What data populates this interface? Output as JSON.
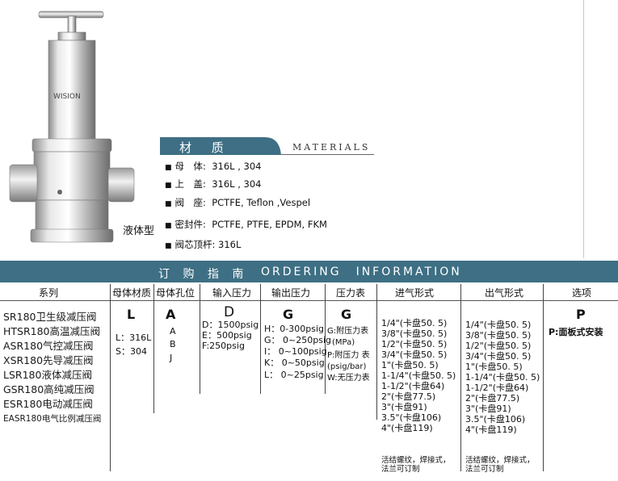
{
  "brand": "WISION",
  "materials": {
    "title": "材   质",
    "title_en": "MATERIALS",
    "rows": [
      {
        "label": "母　体:",
        "value": "316L , 304"
      },
      {
        "label": "上　盖:",
        "value": "316L , 304"
      },
      {
        "label": "阀　座:",
        "value": "PCTFE,  Teflon ,Vespel"
      },
      {
        "label": "密封件:",
        "value": "PCTFE, PTFE, EPDM, FKM"
      },
      {
        "label": "阀芯顶杆:",
        "value": "316L"
      }
    ],
    "liquid_label": "液体型"
  },
  "ordering": {
    "title": "订 购 指 南",
    "title_en": [
      "ORDERING",
      "INFORMATION"
    ],
    "headers": [
      "系列",
      "母体材质",
      "母体孔位",
      "输入压力",
      "输出压力",
      "压力表",
      "进气形式",
      "出气形式",
      "选项"
    ],
    "series": [
      "SR180卫生级减压阀",
      "HTSR180高温减压阀",
      "ASR180气控减压阀",
      "XSR180先导减压阀",
      "LSR180液体减压阀",
      "GSR180高纯减压阀",
      "ESR180电动减压阀",
      "EASR180电气比例减压阀"
    ],
    "body_material": {
      "code": "L",
      "options": [
        "L：316L",
        "S：304"
      ]
    },
    "body_port": {
      "code": "A",
      "options": [
        "A",
        "B",
        "J"
      ]
    },
    "input_pressure": {
      "code": "D",
      "options": [
        "D：1500psig",
        "E：500psig",
        "F:250psig"
      ]
    },
    "output_pressure": {
      "code": "G",
      "options": [
        "H：0-300psig",
        "G： 0~250psig",
        "I：  0~100psig",
        "K：  0~50psig",
        "L：  0~25psig"
      ]
    },
    "gauge": {
      "code": "G",
      "options": [
        "G:附压力表",
        "(MPa)",
        "P:附压力 表",
        "(psig/bar)",
        "W:无压力表"
      ]
    },
    "inlet": {
      "options": [
        "1/4\"(卡盘50. 5)",
        "3/8\"(卡盘50. 5)",
        "1/2\"(卡盘50. 5)",
        "3/4\"(卡盘50. 5)",
        "1\"(卡盘50. 5)",
        "1-1/4\"(卡盘50. 5)",
        "1-1/2\"(卡盘64)",
        "2\"(卡盘77.5)",
        "3\"(卡盘91)",
        "3.5\"(卡盘106)",
        "4\"(卡盘119)"
      ],
      "note": [
        "活结螺纹，焊接式，",
        "法兰可订制"
      ]
    },
    "outlet": {
      "options": [
        "1/4\"(卡盘50. 5)",
        "3/8\"(卡盘50. 5)",
        "1/2\"(卡盘50. 5)",
        "3/4\"(卡盘50. 5)",
        "1\"(卡盘50. 5)",
        "1-1/4\"(卡盘50. 5)",
        "1-1/2\"(卡盘64)",
        "2\"(卡盘77.5)",
        "3\"(卡盘91)",
        "3.5\"(卡盘106)",
        "4\"(卡盘119)"
      ],
      "note": [
        "活结螺纹，焊接式，",
        "法兰可订制"
      ]
    },
    "option": {
      "code": "P",
      "options": [
        "P:面板式安装"
      ]
    }
  },
  "colors": {
    "header_bar": "#3e6f84",
    "materials_tab": "#3e6f84"
  }
}
